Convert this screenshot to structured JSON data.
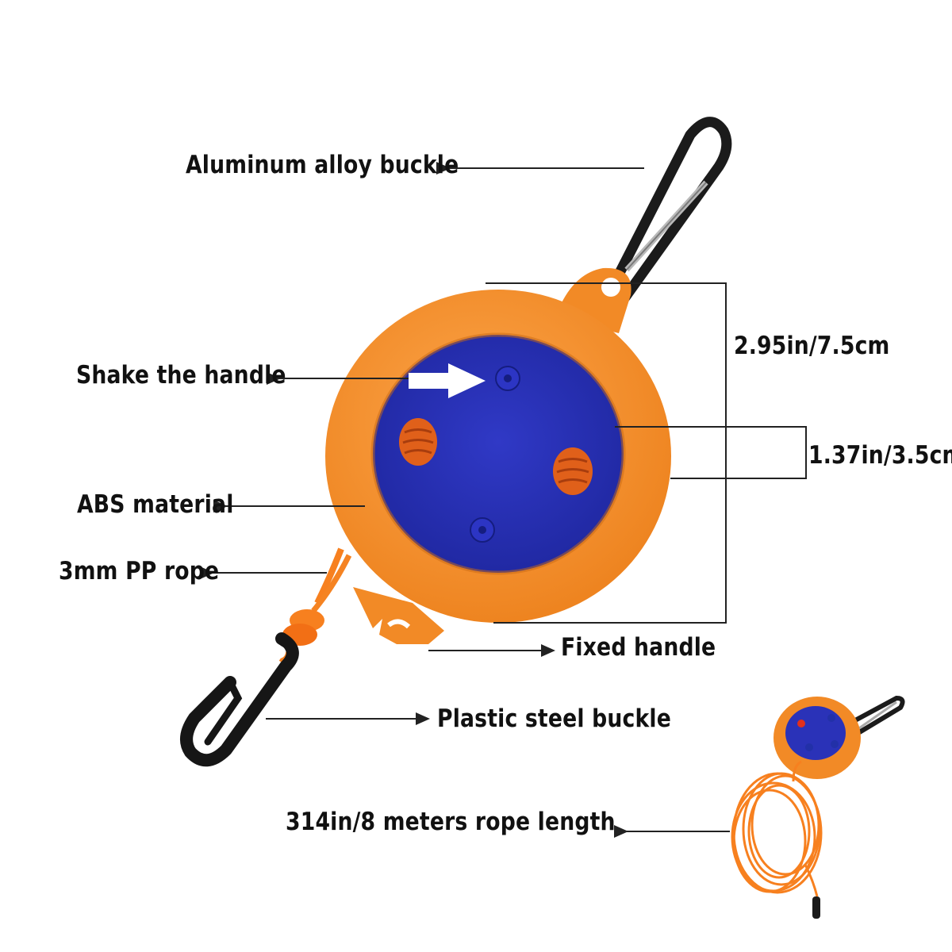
{
  "callouts": {
    "aluminum_buckle": "Aluminum alloy buckle",
    "shake_handle": "Shake the handle",
    "abs_material": "ABS material",
    "pp_rope": "3mm PP rope",
    "fixed_handle": "Fixed handle",
    "plastic_buckle": "Plastic steel buckle",
    "rope_length": "314in/8 meters rope length"
  },
  "dimensions": {
    "height": "2.95in/7.5cm",
    "thickness": "1.37in/3.5cm"
  },
  "colors": {
    "reel_orange": "#f6912e",
    "reel_orange_dark": "#e57d1c",
    "spool_blue": "#2a32b8",
    "spool_blue_dark": "#1c2490",
    "buckle_black": "#1b1b1b",
    "rope_orange": "#f7801f",
    "leader_line": "#222222"
  }
}
